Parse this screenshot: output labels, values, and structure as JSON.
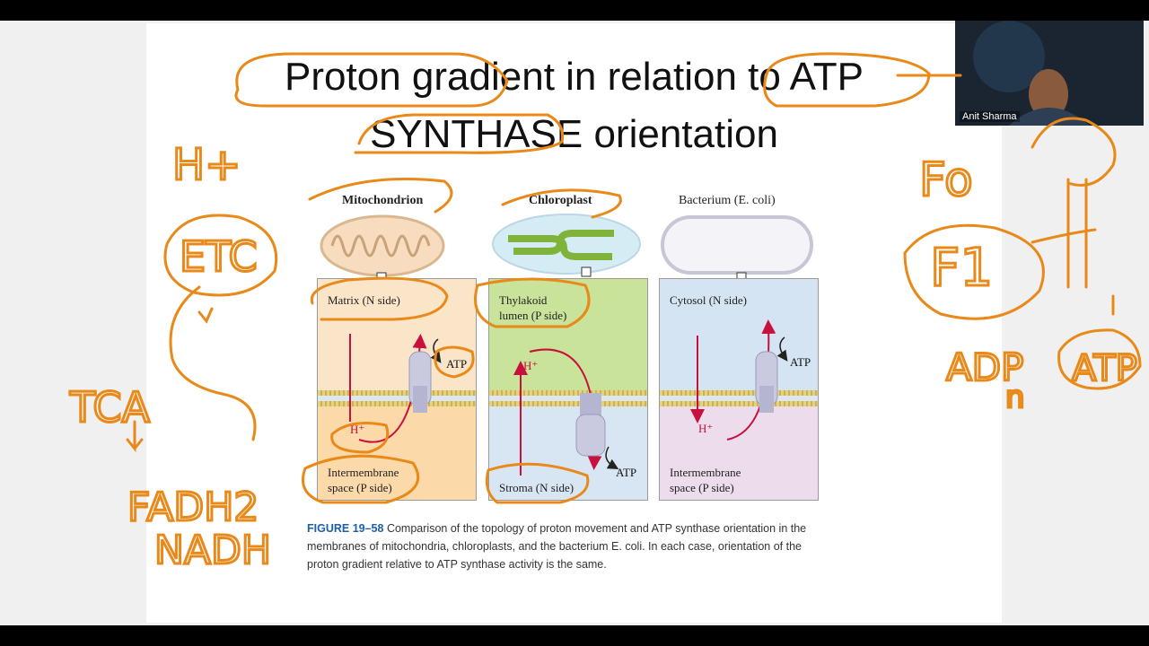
{
  "slide": {
    "title_line1": "Proton gradient in relation to ATP",
    "title_line2": "SYNTHASE orientation"
  },
  "figure": {
    "panels": [
      {
        "organism": "Mitochondrion",
        "top_label_line1": "Matrix (N side)",
        "top_label_line2": "",
        "bottom_label_line1": "Intermembrane",
        "bottom_label_line2": "space (P side)",
        "proton": "H⁺",
        "atp": "ATP",
        "top_color": "#fbe5c8",
        "bottom_color": "#fcd9a9"
      },
      {
        "organism": "Chloroplast",
        "top_label_line1": "Thylakoid",
        "top_label_line2": "lumen (P side)",
        "bottom_label_line1": "Stroma (N side)",
        "bottom_label_line2": "",
        "proton": "H⁺",
        "atp": "ATP",
        "top_color": "#c9e39a",
        "bottom_color": "#d8e6f3"
      },
      {
        "organism": "Bacterium (E. coli)",
        "top_label_line1": "Cytosol (N side)",
        "top_label_line2": "",
        "bottom_label_line1": "Intermembrane",
        "bottom_label_line2": "space (P side)",
        "proton": "H⁺",
        "atp": "ATP",
        "top_color": "#d5e4f2",
        "bottom_color": "#ecdcec"
      }
    ],
    "caption_label": "FIGURE 19–58",
    "caption_text": "Comparison of the topology of proton movement and ATP synthase orientation in the membranes of mitochondria, chloroplasts, and the bacterium E. coli. In each case, orientation of the proton gradient relative to ATP synthase activity is the same."
  },
  "webcam": {
    "participant_name": "Anit Sharma"
  },
  "annotations": {
    "ink_color": "#e8891a",
    "h_plus": "H+",
    "etc": "ETC",
    "tca": "TCA",
    "fadh2": "FADH2",
    "nadh": "NADH",
    "fo": "Fo",
    "f1": "F1",
    "adp": "ADP",
    "pi": "n",
    "atp": "ATP"
  }
}
